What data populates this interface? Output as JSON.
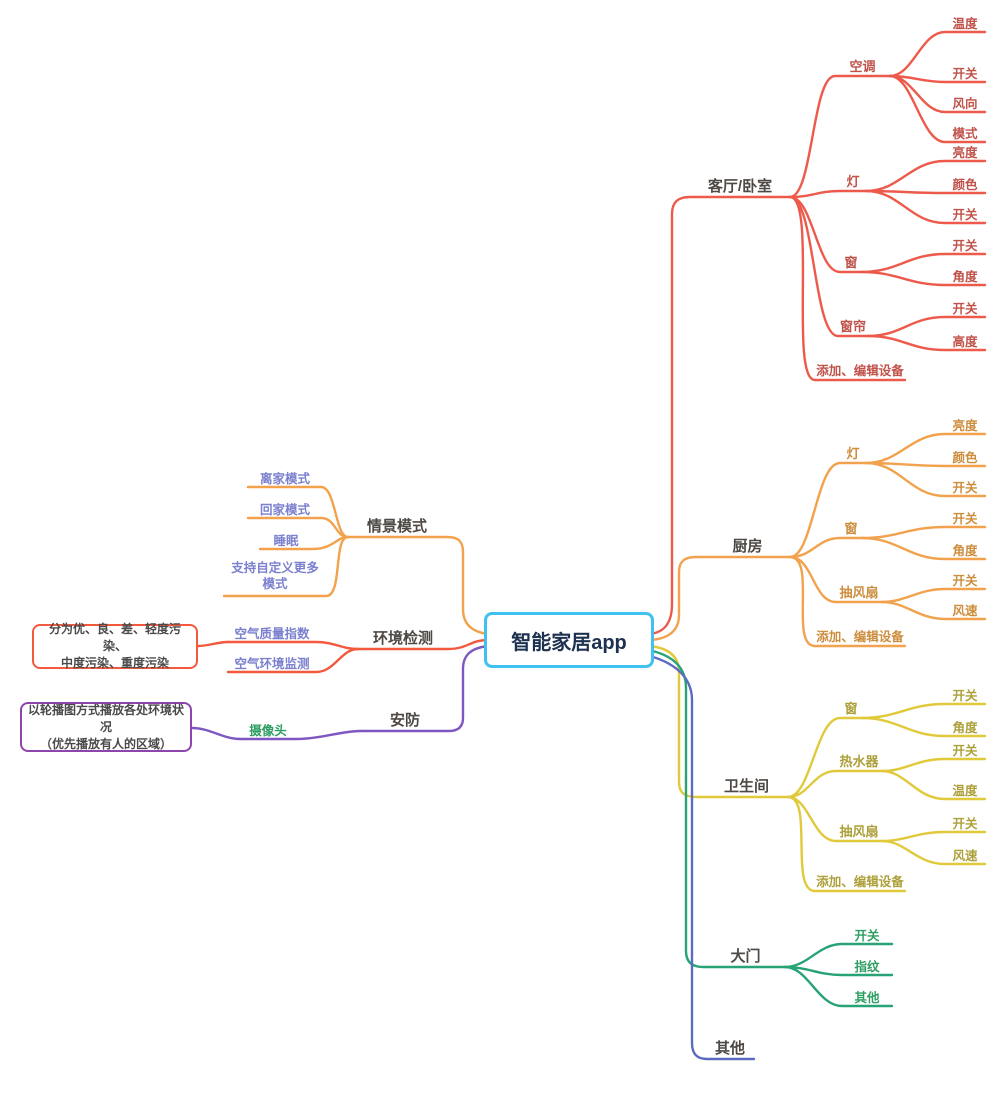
{
  "center": {
    "title": "智能家居app"
  },
  "right": [
    {
      "label": "客厅/卧室",
      "children": [
        {
          "label": "空调",
          "leaves": [
            "温度",
            "开关",
            "风向",
            "模式"
          ]
        },
        {
          "label": "灯",
          "leaves": [
            "亮度",
            "颜色",
            "开关"
          ]
        },
        {
          "label": "窗",
          "leaves": [
            "开关",
            "角度"
          ]
        },
        {
          "label": "窗帘",
          "leaves": [
            "开关",
            "高度"
          ]
        },
        {
          "label": "添加、编辑设备",
          "leaves": []
        }
      ]
    },
    {
      "label": "厨房",
      "children": [
        {
          "label": "灯",
          "leaves": [
            "亮度",
            "颜色",
            "开关"
          ]
        },
        {
          "label": "窗",
          "leaves": [
            "开关",
            "角度"
          ]
        },
        {
          "label": "抽风扇",
          "leaves": [
            "开关",
            "风速"
          ]
        },
        {
          "label": "添加、编辑设备",
          "leaves": []
        }
      ]
    },
    {
      "label": "卫生间",
      "children": [
        {
          "label": "窗",
          "leaves": [
            "开关",
            "角度"
          ]
        },
        {
          "label": "热水器",
          "leaves": [
            "开关",
            "温度"
          ]
        },
        {
          "label": "抽风扇",
          "leaves": [
            "开关",
            "风速"
          ]
        },
        {
          "label": "添加、编辑设备",
          "leaves": []
        }
      ]
    },
    {
      "label": "大门",
      "leaves": [
        "开关",
        "指纹",
        "其他"
      ]
    },
    {
      "label": "其他"
    }
  ],
  "left": [
    {
      "label": "情景模式",
      "children": [
        "离家模式",
        "回家模式",
        "睡眠",
        "支持自定义更多模式"
      ]
    },
    {
      "label": "环境检测",
      "children": [
        "空气质量指数",
        "空气环境监测"
      ],
      "note": "分为优、良、差、轻度污染、\n中度污染、重度污染"
    },
    {
      "label": "安防",
      "children": [
        "摄像头"
      ],
      "note": "以轮播图方式播放各处环境状况\n（优先播放有人的区域）"
    }
  ],
  "colors": {
    "center_border": "#3fc1f1",
    "living_branch": "#ed5a4c",
    "kitchen_branch": "#f2a24c",
    "bathroom_branch": "#e0ca3c",
    "door_branch": "#27a376",
    "other_branch": "#5c6bc0",
    "scene_branch": "#f2a24c",
    "env_branch": "#f2593d",
    "security_branch": "#7e57c2",
    "leaf_text_blue": "#7b80cf",
    "leaf_text_green": "#2e9e63"
  }
}
